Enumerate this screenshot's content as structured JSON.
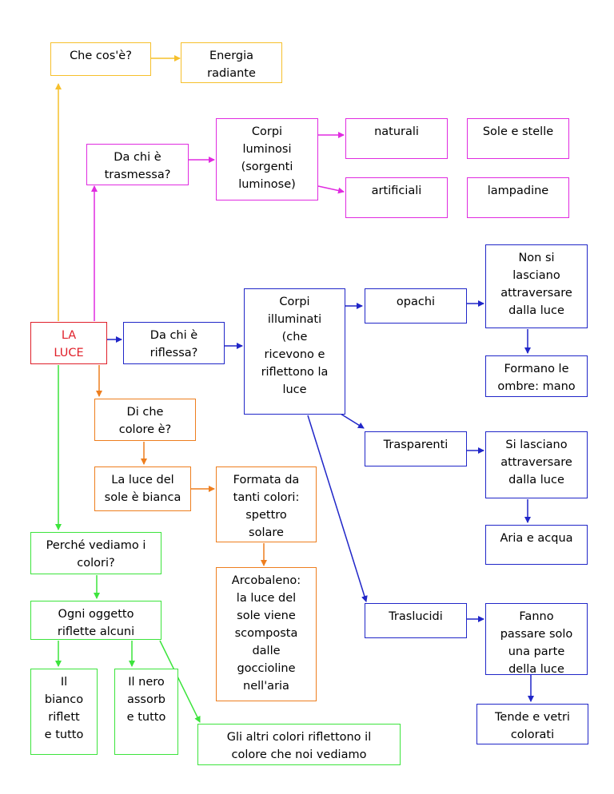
{
  "colors": {
    "yellow": "#f6c02c",
    "magenta": "#e02be0",
    "blue": "#2026c8",
    "red": "#e0202a",
    "orange": "#ee7e1e",
    "green": "#3ce43c"
  },
  "nodes": {
    "la_luce": "LA\nLUCE",
    "che_cose": "Che cos'è?",
    "energia": "Energia\nradiante",
    "trasmessa": "Da chi è\ntrasmessa?",
    "corpi_luminosi": "Corpi\nluminosi\n(sorgenti\nluminose)",
    "naturali": "naturali",
    "artificiali": "artificiali",
    "sole_stelle": "Sole e stelle",
    "lampadine": "lampadine",
    "riflessa": "Da chi è\nriflessa?",
    "corpi_illuminati": "Corpi\nilluminati\n(che\nricevono e\nriflettono la\nluce",
    "opachi": "opachi",
    "non_si_lasciano": "Non si\nlasciano\nattraversare\ndalla luce",
    "formano_ombre": "Formano le\nombre: mano",
    "trasparenti": "Trasparenti",
    "si_lasciano": "Si lasciano\nattraversare\ndalla luce",
    "aria_acqua": "Aria e acqua",
    "traslucidi": "Traslucidi",
    "fanno_passare": "Fanno\npassare solo\nuna parte\ndella luce",
    "tende_vetri": "Tende e vetri\ncolorati",
    "di_che_colore": "Di che\ncolore è?",
    "luce_sole_bianca": "La luce del\nsole è bianca",
    "formata_da": "Formata da\ntanti colori:\nspettro\nsolare",
    "arcobaleno": "Arcobaleno:\nla luce del\nsole viene\nscomposta\ndalle\ngoccioline\nnell'aria",
    "perche_vediamo": "Perché vediamo i\ncolori?",
    "ogni_oggetto": "Ogni oggetto\nriflette alcuni",
    "bianco": "Il\nbianco\nriflett\ne tutto",
    "nero": "Il nero\nassorb\ne tutto",
    "altri_colori": "Gli altri colori riflettono il\ncolore che noi vediamo"
  }
}
